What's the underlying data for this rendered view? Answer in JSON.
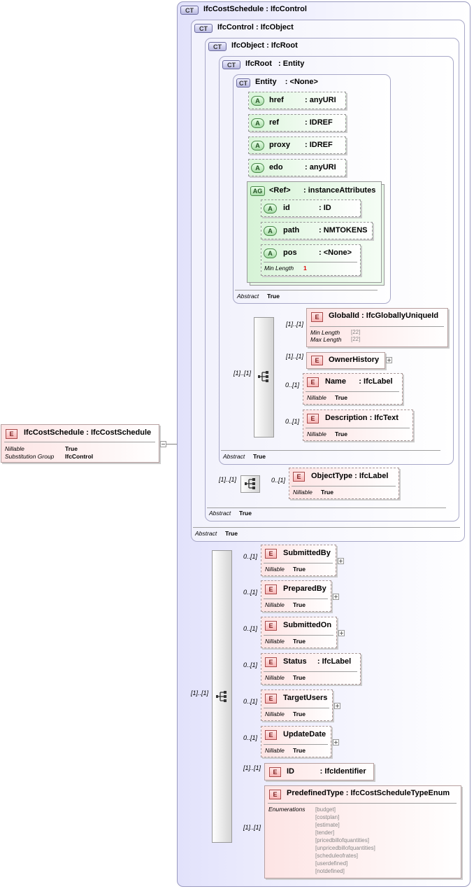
{
  "root_element": {
    "name": "IfcCostSchedule",
    "type": "IfcCostSchedule",
    "props": [
      {
        "k": "Nillable",
        "v": "True"
      },
      {
        "k": "Substitution Group",
        "v": "IfcControl"
      }
    ]
  },
  "types": {
    "cost_schedule": {
      "badge": "CT",
      "name": "IfcCostSchedule",
      "base": "IfcControl"
    },
    "control": {
      "badge": "CT",
      "name": "IfcControl",
      "base": "IfcObject",
      "abstract_label": "Abstract",
      "abstract_value": "True"
    },
    "object": {
      "badge": "CT",
      "name": "IfcObject",
      "base": "IfcRoot",
      "abstract_label": "Abstract",
      "abstract_value": "True"
    },
    "root": {
      "badge": "CT",
      "name": "IfcRoot",
      "base": "Entity",
      "abstract_label": "Abstract",
      "abstract_value": "True"
    },
    "entity": {
      "badge": "CT",
      "name": "Entity",
      "base": "<None>",
      "abstract_label": "Abstract",
      "abstract_value": "True"
    }
  },
  "entity_attributes": [
    {
      "badge": "A",
      "name": "href",
      "type": "anyURI"
    },
    {
      "badge": "A",
      "name": "ref",
      "type": "IDREF"
    },
    {
      "badge": "A",
      "name": "proxy",
      "type": "IDREF"
    },
    {
      "badge": "A",
      "name": "edo",
      "type": "anyURI"
    }
  ],
  "attribute_group": {
    "badge": "AG",
    "name": "<Ref>",
    "type": "instanceAttributes",
    "attributes": [
      {
        "badge": "A",
        "name": "id",
        "type": "ID"
      },
      {
        "badge": "A",
        "name": "path",
        "type": "NMTOKENS"
      },
      {
        "badge": "A",
        "name": "pos",
        "type": "<None>",
        "prop_k": "Min Length",
        "prop_v": "1"
      }
    ]
  },
  "root_sequence": {
    "card": "[1]..[1]"
  },
  "root_elements": [
    {
      "card": "[1]..[1]",
      "badge": "E",
      "name": "GlobalId",
      "type": "IfcGloballyUniqueId",
      "props": [
        {
          "k": "Min Length",
          "v": "[22]"
        },
        {
          "k": "Max Length",
          "v": "[22]"
        }
      ]
    },
    {
      "card": "[1]..[1]",
      "badge": "E",
      "name": "OwnerHistory"
    },
    {
      "card": "0..[1]",
      "badge": "E",
      "name": "Name",
      "type": "IfcLabel",
      "props": [
        {
          "k": "Nillable",
          "v": "True"
        }
      ]
    },
    {
      "card": "0..[1]",
      "badge": "E",
      "name": "Description",
      "type": "IfcText",
      "props": [
        {
          "k": "Nillable",
          "v": "True"
        }
      ]
    }
  ],
  "object_sequence": {
    "card": "[1]..[1]"
  },
  "object_elements": [
    {
      "card": "0..[1]",
      "badge": "E",
      "name": "ObjectType",
      "type": "IfcLabel",
      "props": [
        {
          "k": "Nillable",
          "v": "True"
        }
      ]
    }
  ],
  "schedule_sequence": {
    "card": "[1]..[1]"
  },
  "schedule_elements": [
    {
      "card": "0..[1]",
      "badge": "E",
      "name": "SubmittedBy",
      "props": [
        {
          "k": "Nillable",
          "v": "True"
        }
      ]
    },
    {
      "card": "0..[1]",
      "badge": "E",
      "name": "PreparedBy",
      "props": [
        {
          "k": "Nillable",
          "v": "True"
        }
      ]
    },
    {
      "card": "0..[1]",
      "badge": "E",
      "name": "SubmittedOn",
      "props": [
        {
          "k": "Nillable",
          "v": "True"
        }
      ]
    },
    {
      "card": "0..[1]",
      "badge": "E",
      "name": "Status",
      "type": "IfcLabel",
      "props": [
        {
          "k": "Nillable",
          "v": "True"
        }
      ]
    },
    {
      "card": "0..[1]",
      "badge": "E",
      "name": "TargetUsers",
      "props": [
        {
          "k": "Nillable",
          "v": "True"
        }
      ]
    },
    {
      "card": "0..[1]",
      "badge": "E",
      "name": "UpdateDate",
      "props": [
        {
          "k": "Nillable",
          "v": "True"
        }
      ]
    },
    {
      "card": "[1]..[1]",
      "badge": "E",
      "name": "ID",
      "type": "IfcIdentifier"
    },
    {
      "card": "[1]..[1]",
      "badge": "E",
      "name": "PredefinedType",
      "type": "IfcCostScheduleTypeEnum",
      "enum_label": "Enumerations",
      "enums": [
        "[budget]",
        "[costplan]",
        "[estimate]",
        "[tender]",
        "[pricedbillofquantities]",
        "[unpricedbillofquantities]",
        "[scheduleofrates]",
        "[userdefined]",
        "[notdefined]"
      ]
    }
  ],
  "colors": {
    "complex_type_bg": "#e2e2fb",
    "element_bg": "#fde4e4",
    "attribute_bg": "#dbf5db",
    "border": "#9a9ac0"
  }
}
